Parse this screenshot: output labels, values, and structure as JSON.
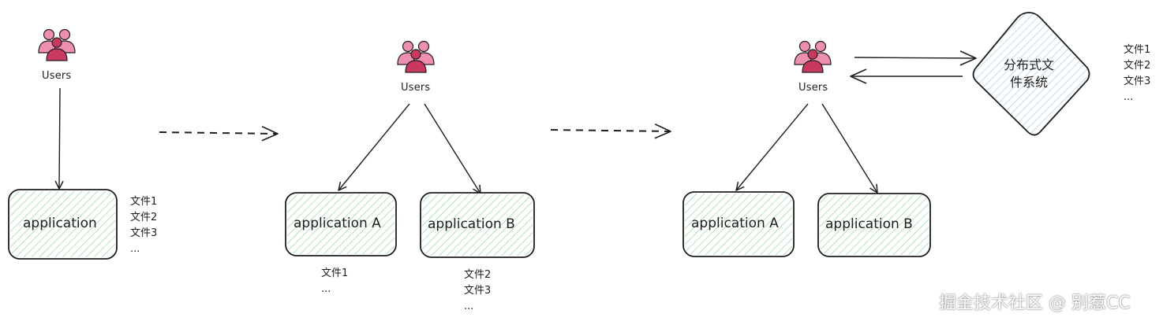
{
  "colors": {
    "stroke": "#1e1e1e",
    "app_hatch": "#8fd6a0",
    "app_fill": "#ffffff",
    "dfs_hatch": "#a9cde3",
    "user_light": "#ec8fb0",
    "user_dark": "#c8385f"
  },
  "icons": {
    "users": "users-group-icon"
  },
  "stage1": {
    "users_label": "Users",
    "app_label": "application",
    "files": [
      "文件1",
      "文件2",
      "文件3",
      "..."
    ]
  },
  "stage2": {
    "users_label": "Users",
    "app_a_label": "application A",
    "app_b_label": "application B",
    "files_a": [
      "文件1",
      "..."
    ],
    "files_b": [
      "文件2",
      "文件3",
      "..."
    ]
  },
  "stage3": {
    "users_label": "Users",
    "app_a_label": "application A",
    "app_b_label": "application B",
    "dfs_label_line1": "分布式文",
    "dfs_label_line2": "件系统",
    "files": [
      "文件1",
      "文件2",
      "文件3",
      "..."
    ]
  },
  "watermark": "掘金技术社区 @ 别惹CC"
}
